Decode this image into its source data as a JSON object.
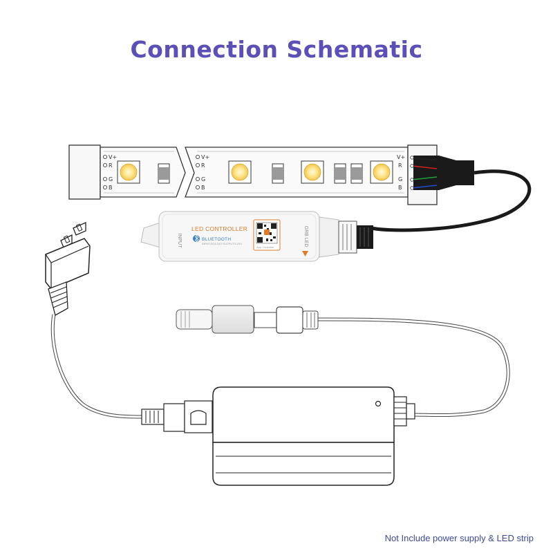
{
  "title": "Connection Schematic",
  "footnote": "Not Include power supply & LED strip",
  "strip": {
    "pins_left": [
      "V+",
      "R",
      "G",
      "B"
    ],
    "pins_right": [
      "V+",
      "R",
      "G",
      "B"
    ],
    "wire_colors": [
      "#222222",
      "#d42020",
      "#20a040",
      "#2050d0"
    ]
  },
  "controller": {
    "title": "LED CONTROLLER",
    "bluetooth": "BLUETOOTH",
    "input_label": "INPUT",
    "output_label": "GRB LED",
    "spec_text": "INPUT:DC5-24V   OUTPUT:5-24V",
    "app_text": "App Controller",
    "accent_color": "#e07a2a",
    "bt_color": "#3a7ec7"
  },
  "colors": {
    "title": "#5b4fb8",
    "footnote": "#3d4a9c"
  }
}
